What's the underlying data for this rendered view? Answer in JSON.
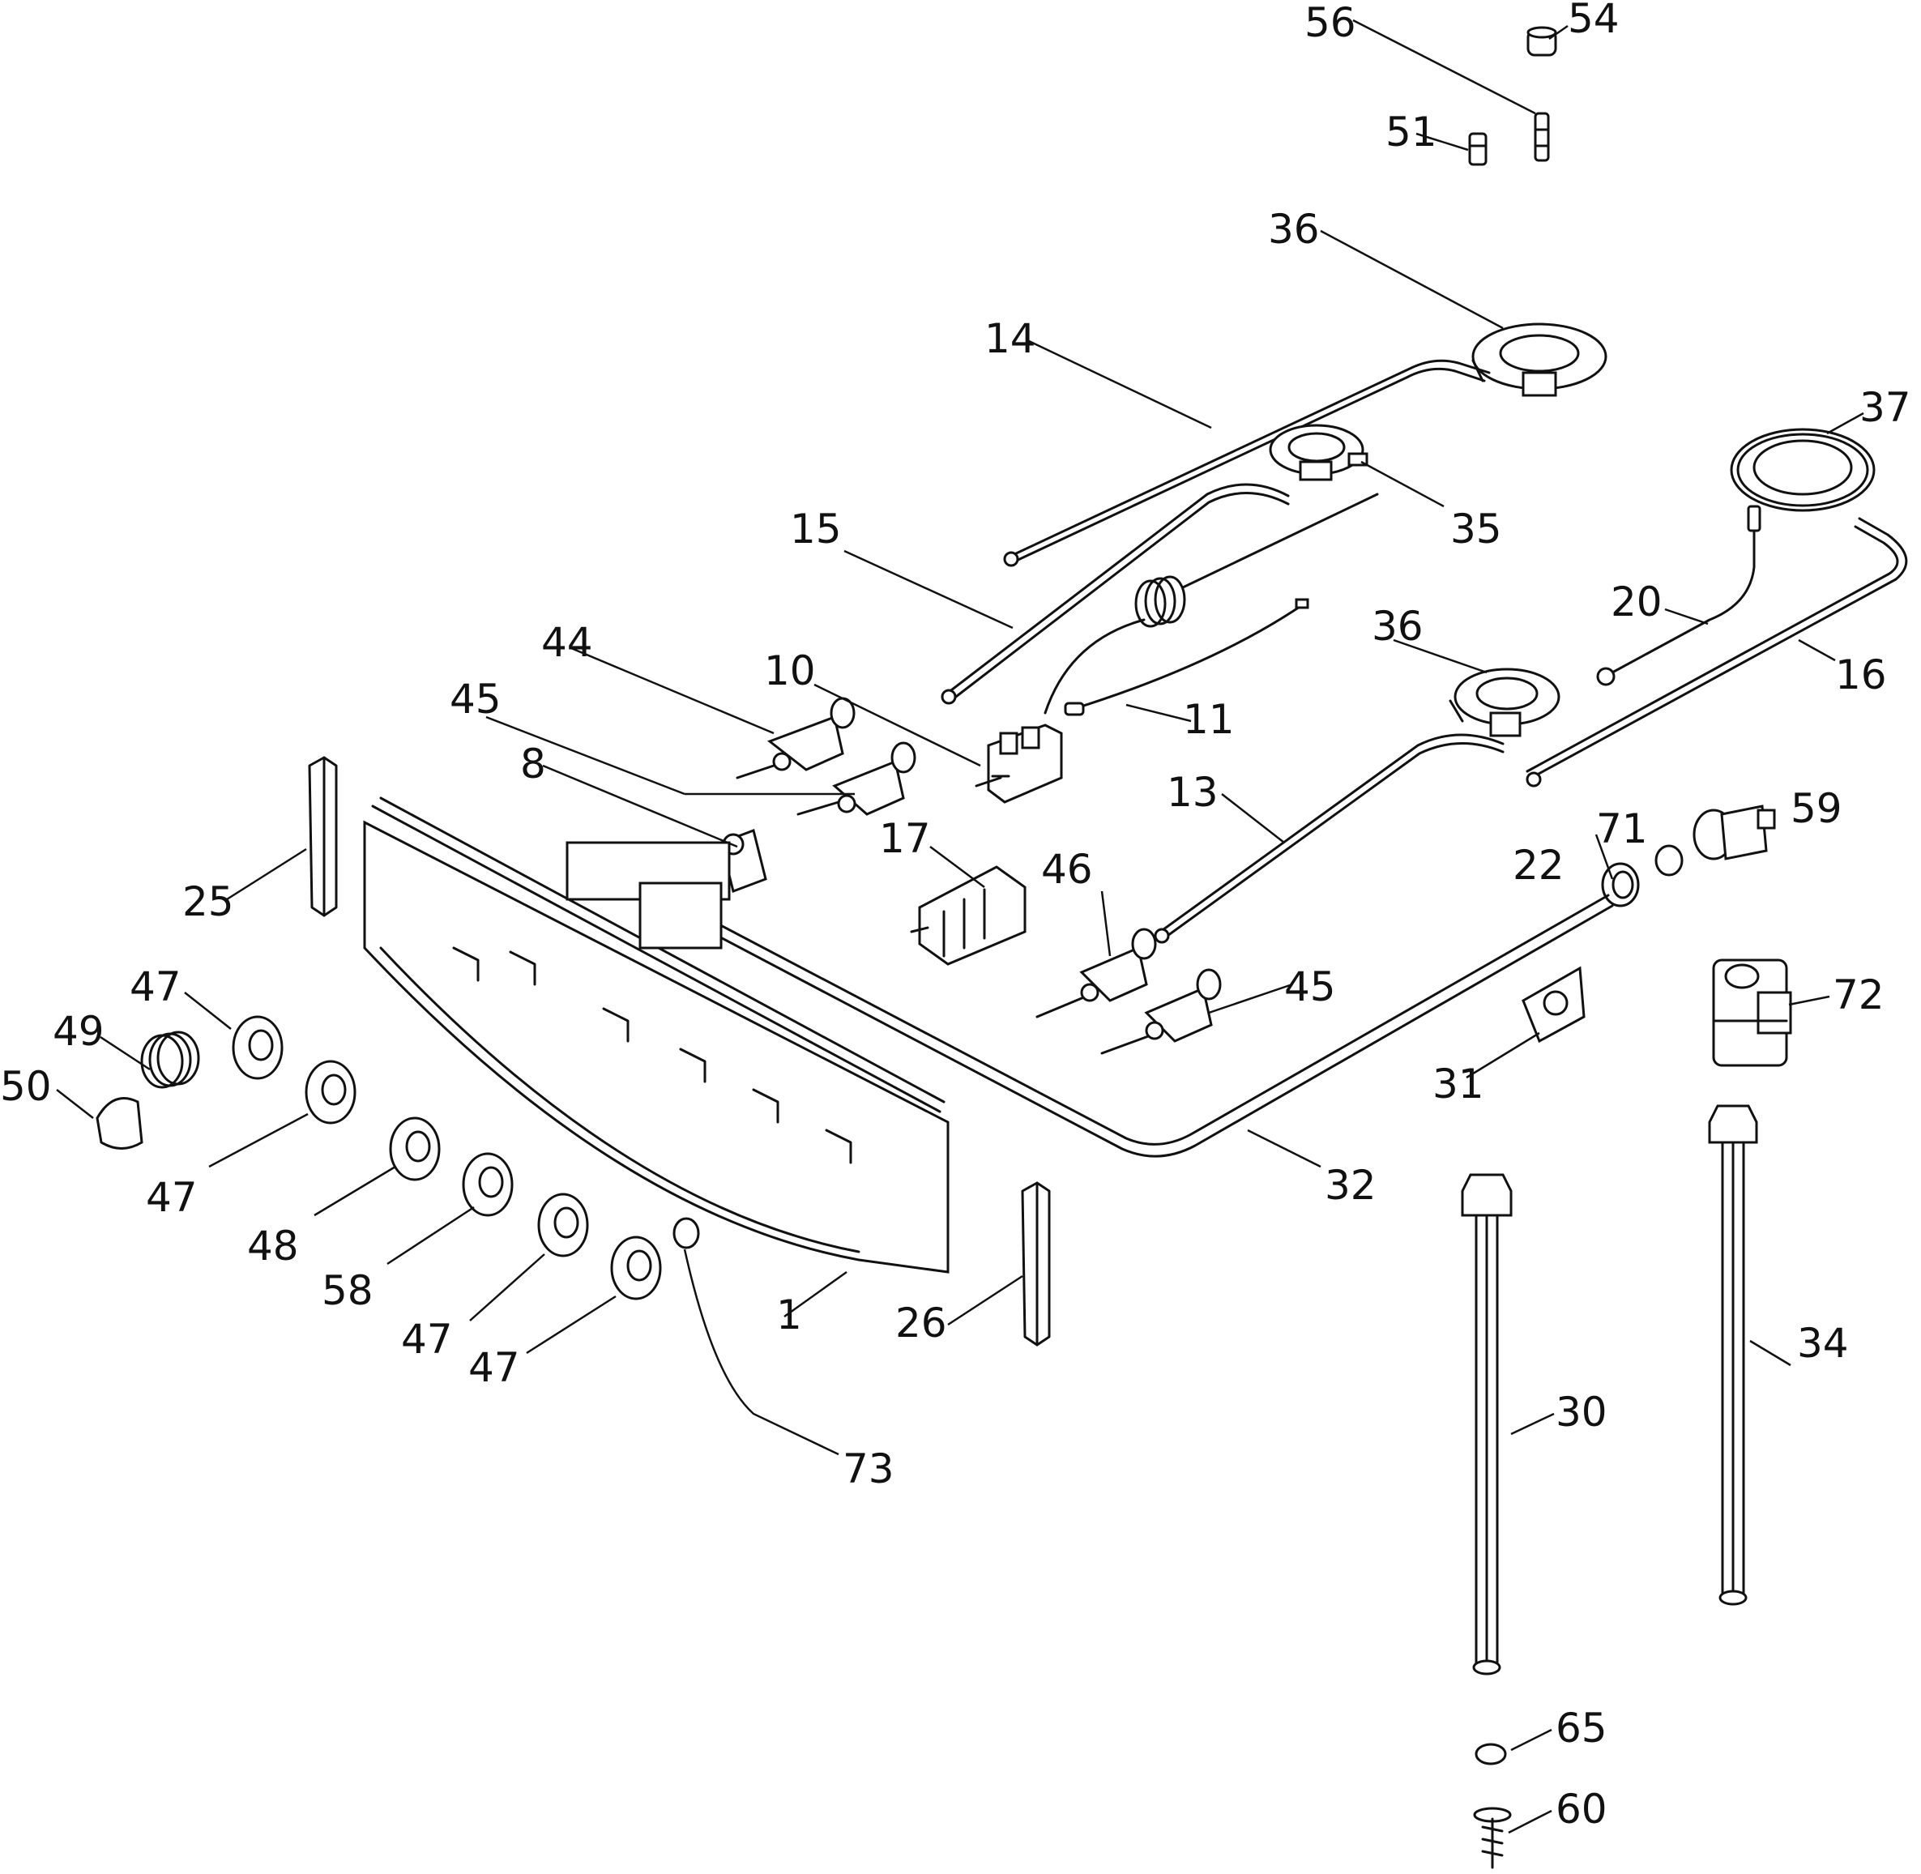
{
  "labels": {
    "l1": "1",
    "l8": "8",
    "l10": "10",
    "l11": "11",
    "l13": "13",
    "l14": "14",
    "l15": "15",
    "l16": "16",
    "l17": "17",
    "l20": "20",
    "l22": "22",
    "l25": "25",
    "l26": "26",
    "l30": "30",
    "l31": "31",
    "l32": "32",
    "l34": "34",
    "l35": "35",
    "l36a": "36",
    "l36b": "36",
    "l37": "37",
    "l44": "44",
    "l45a": "45",
    "l45b": "45",
    "l46": "46",
    "l47a": "47",
    "l47b": "47",
    "l47c": "47",
    "l47d": "47",
    "l48": "48",
    "l49": "49",
    "l50": "50",
    "l51": "51",
    "l54": "54",
    "l56": "56",
    "l58": "58",
    "l59": "59",
    "l60": "60",
    "l65": "65",
    "l71": "71",
    "l72": "72",
    "l73": "73"
  },
  "colors": {
    "line": "#111111",
    "background": "#ffffff"
  }
}
